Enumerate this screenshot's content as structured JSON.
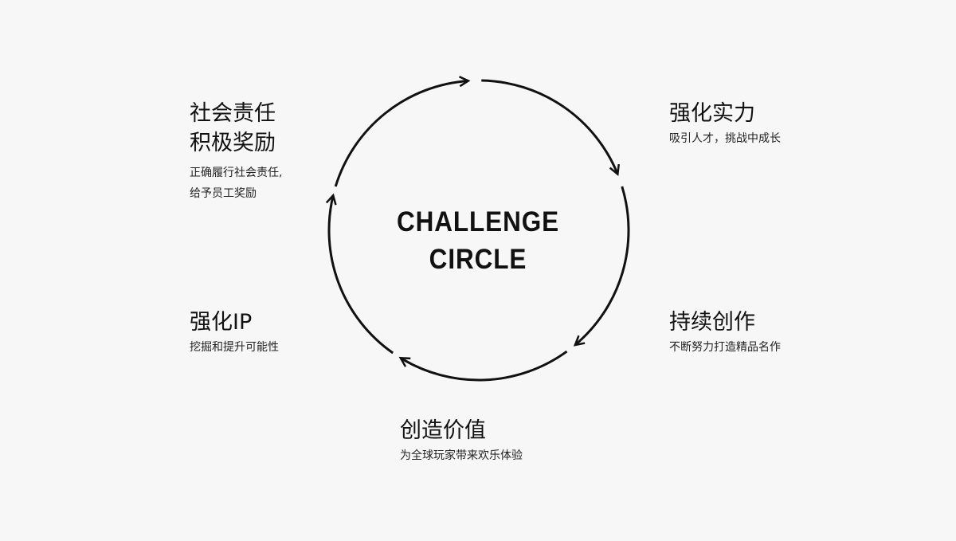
{
  "title": {
    "line1": "CHALLENGE",
    "line2": "CIRCLE"
  },
  "items": [
    {
      "id": "social",
      "heading": [
        "社会责任",
        "积极奖励"
      ],
      "desc": [
        "正确履行社会责任,",
        "给予员工奖励"
      ]
    },
    {
      "id": "strength",
      "heading": [
        "强化实力"
      ],
      "desc": [
        "吸引人才，挑战中成长"
      ]
    },
    {
      "id": "creation",
      "heading": [
        "持续创作"
      ],
      "desc": [
        "不断努力打造精品名作"
      ]
    },
    {
      "id": "value",
      "heading": [
        "创造价值"
      ],
      "desc": [
        "为全球玩家带来欢乐体验"
      ]
    },
    {
      "id": "ip",
      "heading": [
        "强化IP"
      ],
      "desc": [
        "挖掘和提升可能性"
      ]
    }
  ],
  "colors": {
    "background": "#f7f7f7",
    "stroke": "#111111"
  }
}
